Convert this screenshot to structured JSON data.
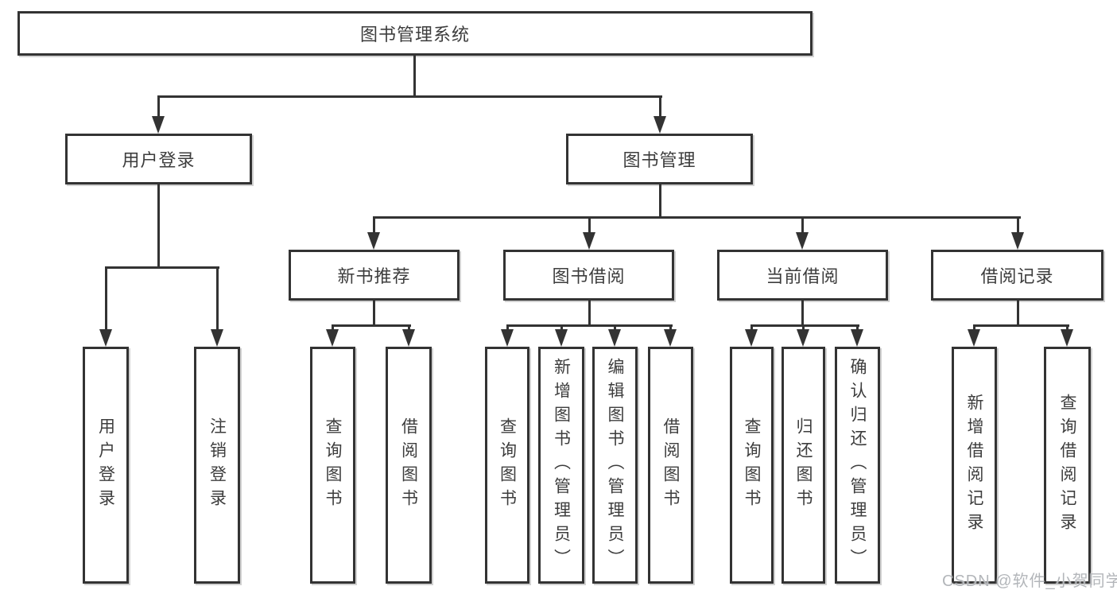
{
  "tree": {
    "root": "图书管理系统",
    "branches": [
      {
        "label": "用户登录",
        "children": [
          "用户登录",
          "注销登录"
        ]
      },
      {
        "label": "图书管理",
        "sections": [
          {
            "label": "新书推荐",
            "children": [
              "查询图书",
              "借阅图书"
            ]
          },
          {
            "label": "图书借阅",
            "children": [
              "查询图书",
              "新增图书（管理员）",
              "编辑图书（管理员）",
              "借阅图书"
            ]
          },
          {
            "label": "当前借阅",
            "children": [
              "查询图书",
              "归还图书",
              "确认归还（管理员）"
            ]
          },
          {
            "label": "借阅记录",
            "children": [
              "新增借阅记录",
              "查询借阅记录"
            ]
          }
        ]
      }
    ]
  },
  "watermark": {
    "text": "CSDN @软件_小贺同学"
  },
  "colors": {
    "line": "#333333",
    "text": "#3d3d3d",
    "background": "#ffffff",
    "watermark": "#b3b6ba"
  }
}
